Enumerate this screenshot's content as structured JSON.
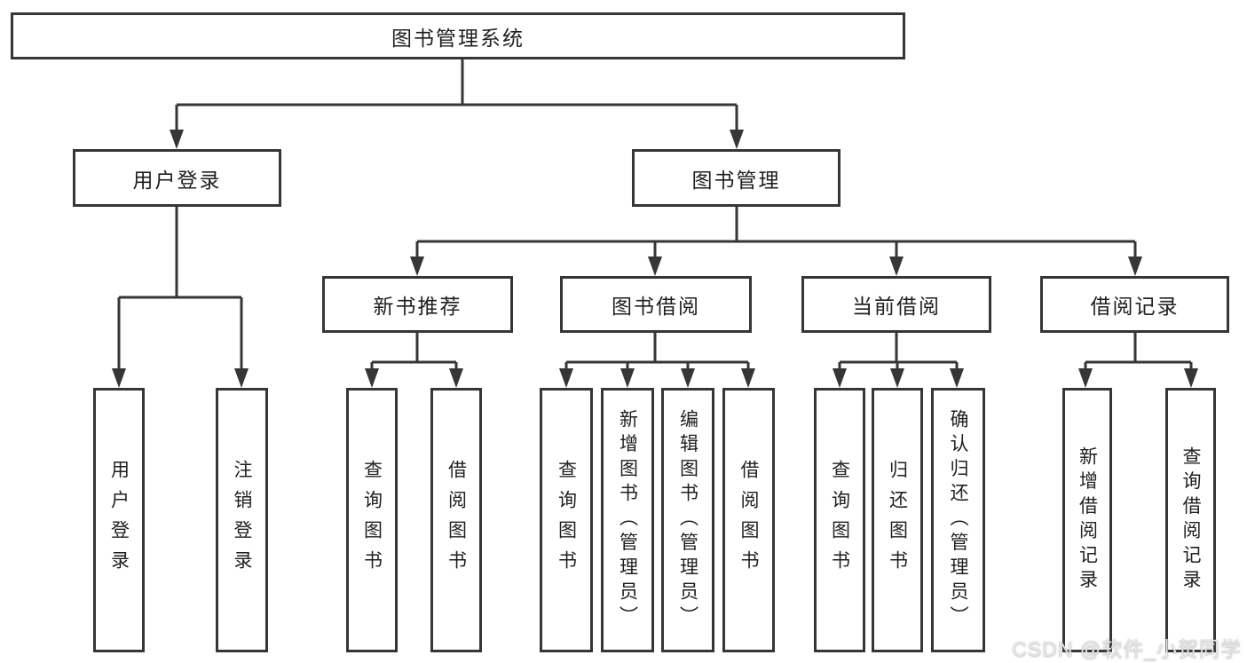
{
  "diagram_title": "图书管理系统",
  "tree": {
    "label": "图书管理系统",
    "children": [
      {
        "label": "用户登录",
        "children": [
          {
            "label": "用户登录"
          },
          {
            "label": "注销登录"
          }
        ]
      },
      {
        "label": "图书管理",
        "children": [
          {
            "label": "新书推荐",
            "children": [
              {
                "label": "查询图书"
              },
              {
                "label": "借阅图书"
              }
            ]
          },
          {
            "label": "图书借阅",
            "children": [
              {
                "label": "查询图书"
              },
              {
                "label": "新增图书（管理员）"
              },
              {
                "label": "编辑图书（管理员）"
              },
              {
                "label": "借阅图书"
              }
            ]
          },
          {
            "label": "当前借阅",
            "children": [
              {
                "label": "查询图书"
              },
              {
                "label": "归还图书"
              },
              {
                "label": "确认归还（管理员）"
              }
            ]
          },
          {
            "label": "借阅记录",
            "children": [
              {
                "label": "新增借阅记录"
              },
              {
                "label": "查询借阅记录"
              }
            ]
          }
        ]
      }
    ]
  },
  "watermark": "CSDN @软件_小贺同学",
  "colors": {
    "line": "#363636",
    "text": "#1f1f1f",
    "box_fill": "#ffffff",
    "watermark": "#e8e6e6"
  }
}
